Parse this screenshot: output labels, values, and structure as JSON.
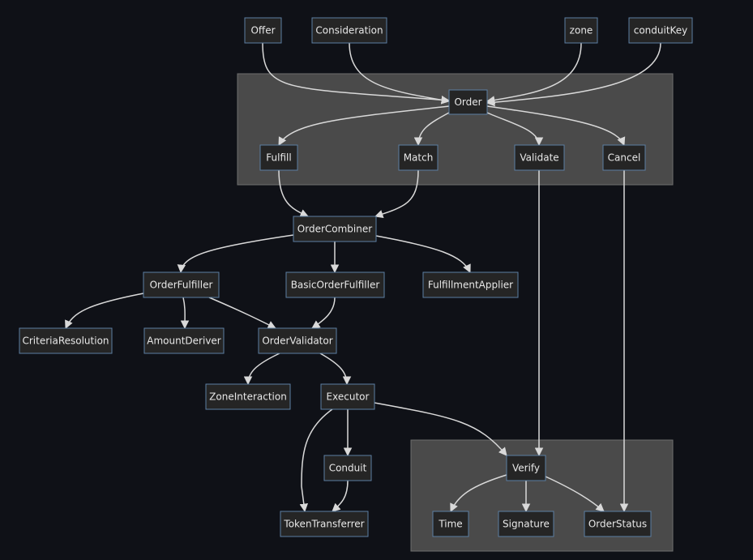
{
  "diagram": {
    "nodes": {
      "offer": "Offer",
      "consideration": "Consideration",
      "zone": "zone",
      "conduitKey": "conduitKey",
      "order": "Order",
      "fulfill": "Fulfill",
      "match": "Match",
      "validate": "Validate",
      "cancel": "Cancel",
      "orderCombiner": "OrderCombiner",
      "orderFulfiller": "OrderFulfiller",
      "basicOrderFulfiller": "BasicOrderFulfiller",
      "fulfillmentApplier": "FulfillmentApplier",
      "criteriaResolution": "CriteriaResolution",
      "amountDeriver": "AmountDeriver",
      "orderValidator": "OrderValidator",
      "zoneInteraction": "ZoneInteraction",
      "executor": "Executor",
      "conduit": "Conduit",
      "tokenTransferrer": "TokenTransferrer",
      "verify": "Verify",
      "time": "Time",
      "signature": "Signature",
      "orderStatus": "OrderStatus"
    },
    "edges": [
      [
        "offer",
        "order"
      ],
      [
        "consideration",
        "order"
      ],
      [
        "zone",
        "order"
      ],
      [
        "conduitKey",
        "order"
      ],
      [
        "order",
        "fulfill"
      ],
      [
        "order",
        "match"
      ],
      [
        "order",
        "validate"
      ],
      [
        "order",
        "cancel"
      ],
      [
        "fulfill",
        "orderCombiner"
      ],
      [
        "match",
        "orderCombiner"
      ],
      [
        "orderCombiner",
        "orderFulfiller"
      ],
      [
        "orderCombiner",
        "basicOrderFulfiller"
      ],
      [
        "orderCombiner",
        "fulfillmentApplier"
      ],
      [
        "orderFulfiller",
        "criteriaResolution"
      ],
      [
        "orderFulfiller",
        "amountDeriver"
      ],
      [
        "orderFulfiller",
        "orderValidator"
      ],
      [
        "basicOrderFulfiller",
        "orderValidator"
      ],
      [
        "orderValidator",
        "zoneInteraction"
      ],
      [
        "orderValidator",
        "executor"
      ],
      [
        "executor",
        "conduit"
      ],
      [
        "executor",
        "tokenTransferrer"
      ],
      [
        "conduit",
        "tokenTransferrer"
      ],
      [
        "executor",
        "verify"
      ],
      [
        "validate",
        "verify"
      ],
      [
        "cancel",
        "orderStatus"
      ],
      [
        "verify",
        "time"
      ],
      [
        "verify",
        "signature"
      ],
      [
        "verify",
        "orderStatus"
      ]
    ]
  }
}
